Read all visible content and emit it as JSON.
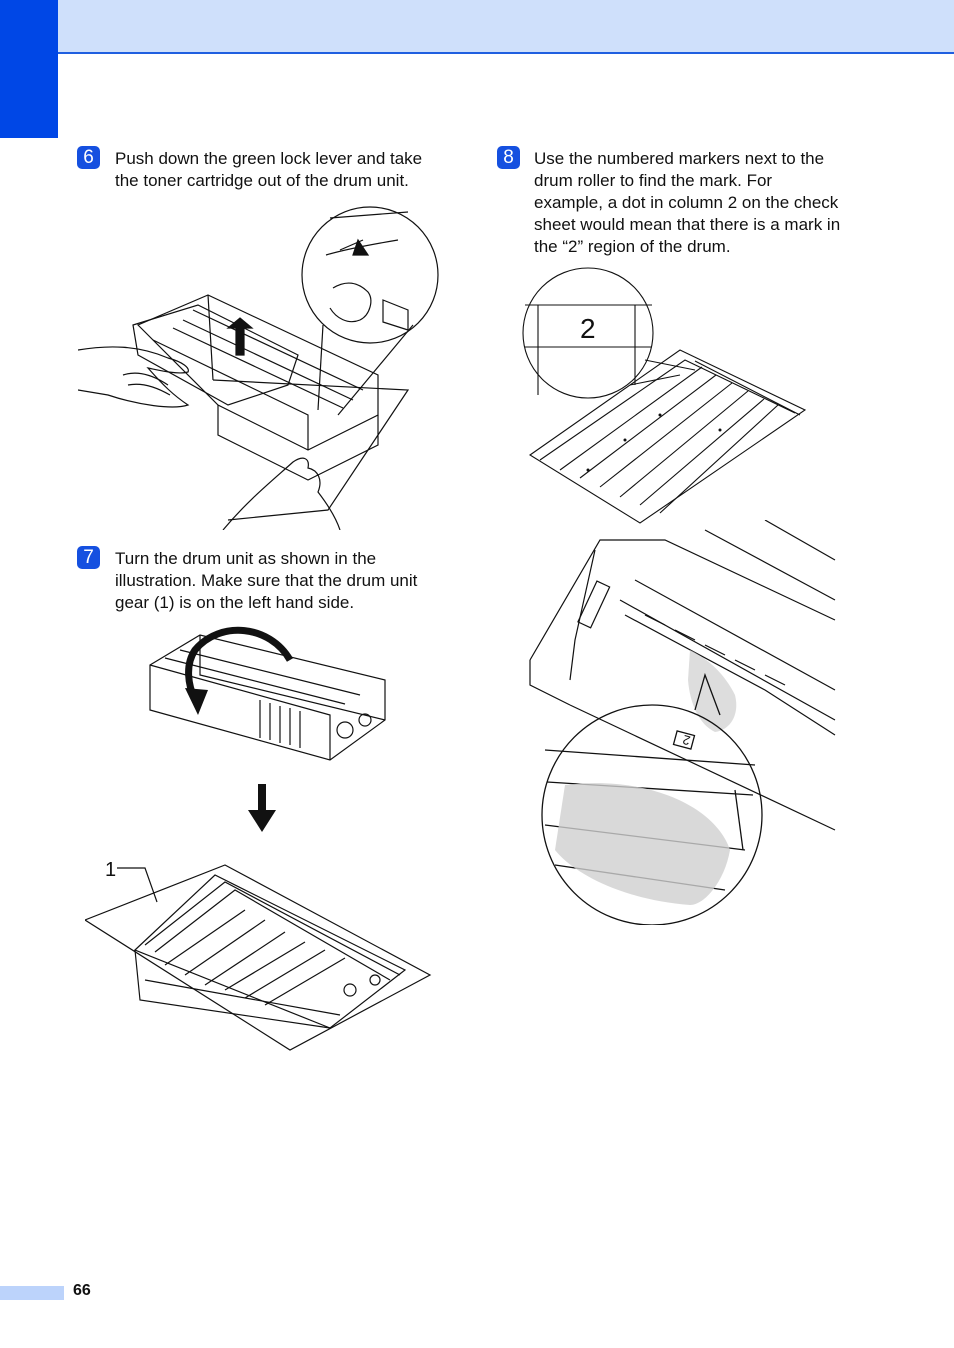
{
  "header": {
    "accent_color": "#0047e6",
    "bar_color": "#cfe0fb"
  },
  "steps": [
    {
      "number": "6",
      "text_line1": "Push down the green lock lever and take",
      "text_line2": "the toner cartridge out of the drum unit."
    },
    {
      "number": "7",
      "text_line1": "Turn the drum unit as shown in the",
      "text_line2": "illustration. Make sure that the drum unit",
      "text_line3": "gear (1) is on the left hand side."
    },
    {
      "number": "8",
      "text_line1": "Use the numbered markers next to the",
      "text_line2": "drum roller to find the mark. For",
      "text_line3": "example, a dot in column 2 on the check",
      "text_line4": "sheet would mean that there is a mark in",
      "text_line5": "the “2” region of the drum."
    }
  ],
  "illustrations": {
    "drum_callout_label": "1",
    "check_sheet_zoom_label": "2",
    "drum_marker_zoom_label": "2"
  },
  "footer": {
    "page_number": "66"
  }
}
